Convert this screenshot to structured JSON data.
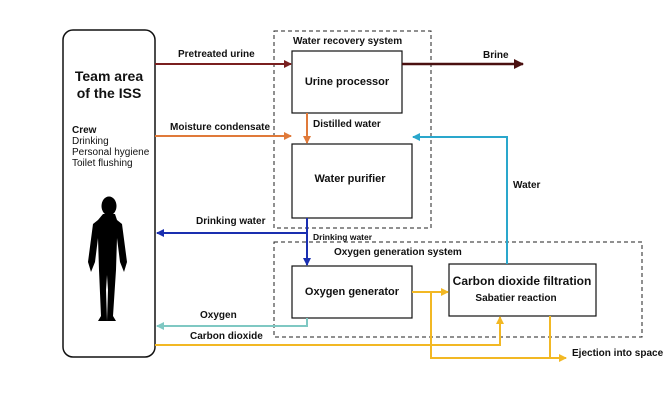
{
  "team_area": {
    "title_line1": "Team area",
    "title_line2": "of the ISS",
    "crew_heading": "Crew",
    "crew_items": [
      "Drinking",
      "Personal hygiene",
      "Toilet flushing"
    ]
  },
  "systems": {
    "water_recovery": "Water recovery system",
    "oxygen_generation": "Oxygen generation system"
  },
  "components": {
    "urine_processor": "Urine processor",
    "water_purifier": "Water purifier",
    "oxygen_generator": "Oxygen generator",
    "co2_filtration": "Carbon dioxide filtration",
    "sabatier": "Sabatier reaction"
  },
  "flows": {
    "pretreated_urine": "Pretreated urine",
    "brine": "Brine",
    "moisture_condensate": "Moisture condensate",
    "distilled_water": "Distilled water",
    "water": "Water",
    "drinking_water_left": "Drinking water",
    "drinking_water_down": "Drinking water",
    "oxygen": "Oxygen",
    "carbon_dioxide": "Carbon dioxide",
    "ejection": "Ejection into space"
  },
  "colors": {
    "pretreated_urine": "#7a1f1f",
    "brine": "#4a1010",
    "condensate": "#e07a3a",
    "water": "#2aa7cc",
    "drinking_water": "#1a2fb0",
    "oxygen": "#7fc8c3",
    "carbon_dioxide": "#f2b824"
  },
  "icons": {
    "person": "human-silhouette-icon"
  }
}
